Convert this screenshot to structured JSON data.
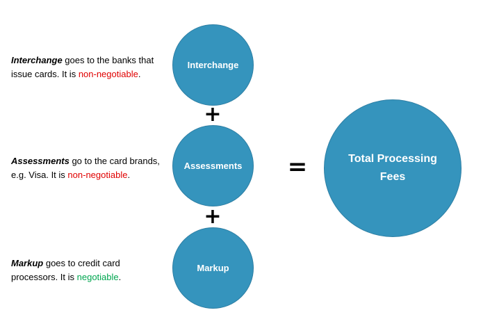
{
  "colors": {
    "circle_fill": "#3594bd",
    "non_negotiable": "#e00000",
    "negotiable": "#00a650"
  },
  "rows": [
    {
      "term": "Interchange",
      "text_before": " goes to the banks that issue cards. It is ",
      "status": "non-negotiable",
      "text_after": ".",
      "circle_label": "Interchange"
    },
    {
      "term": "Assessments",
      "text_before": " go to the card brands, e.g. Visa. It is ",
      "status": "non-negotiable",
      "text_after": ".",
      "circle_label": "Assessments"
    },
    {
      "term": "Markup",
      "text_before": " goes to credit card processors. It is ",
      "status": "negotiable",
      "text_after": ".",
      "circle_label": "Markup"
    }
  ],
  "operators": {
    "plus": "+",
    "equals": "="
  },
  "result": {
    "label": "Total Processing Fees"
  }
}
